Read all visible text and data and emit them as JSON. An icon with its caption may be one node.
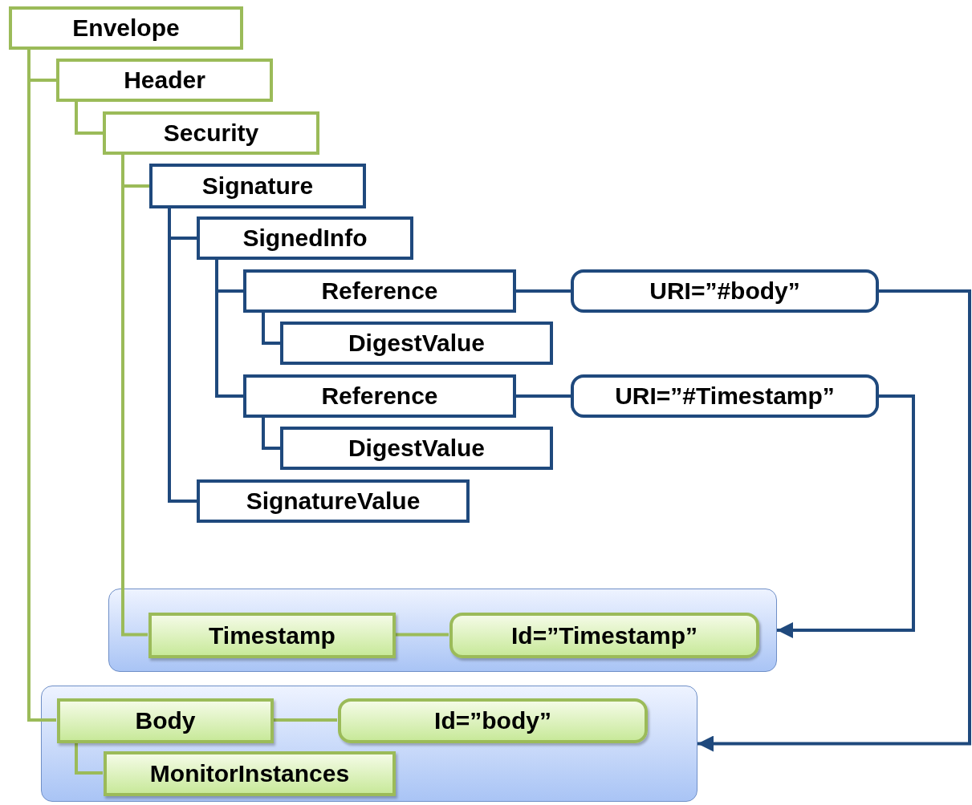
{
  "diagram": {
    "nodes": [
      {
        "text": [
          "Envelope"
        ]
      },
      {
        "text": [
          "Header"
        ]
      },
      {
        "text": [
          "Security"
        ]
      },
      {
        "text": [
          "Signature"
        ]
      },
      {
        "text": [
          "SignedInfo"
        ]
      },
      {
        "text": [
          "Reference"
        ]
      },
      {
        "text": [
          "DigestValue"
        ]
      },
      {
        "text": [
          "Reference"
        ]
      },
      {
        "text": [
          "DigestValue"
        ]
      },
      {
        "text": [
          "SignatureValue"
        ]
      },
      {
        "text": [
          "URI=”#body”"
        ]
      },
      {
        "text": [
          "URI=”#Timestamp”"
        ]
      },
      {
        "text": [],
        "shape": "box"
      },
      {
        "text": [
          "Timestamp"
        ],
        "in": 12
      },
      {
        "text": [
          "Id=”Timestamp”"
        ],
        "in": 12
      },
      {
        "text": [],
        "shape": "box"
      },
      {
        "text": [
          "Body"
        ],
        "in": 15
      },
      {
        "text": [
          "Id=”body”"
        ],
        "in": 15
      },
      {
        "text": [
          "MonitorInstances"
        ],
        "in": 15
      }
    ],
    "edges": [
      {
        "from": 0,
        "to": 1,
        "arrow": "none",
        "color": "#9bbb59"
      },
      {
        "from": 1,
        "to": 2,
        "arrow": "none",
        "color": "#9bbb59"
      },
      {
        "from": 2,
        "to": 3,
        "arrow": "none",
        "color": "#9bbb59"
      },
      {
        "from": 3,
        "to": 4,
        "arrow": "none"
      },
      {
        "from": 4,
        "to": 5,
        "arrow": "none"
      },
      {
        "from": 5,
        "to": 6,
        "arrow": "none"
      },
      {
        "from": 4,
        "to": 7,
        "arrow": "none"
      },
      {
        "from": 7,
        "to": 8,
        "arrow": "none"
      },
      {
        "from": 3,
        "to": 9,
        "arrow": "none"
      },
      {
        "from": 5,
        "to": 10,
        "arrow": "none"
      },
      {
        "from": 7,
        "to": 11,
        "arrow": "none"
      },
      {
        "from": 2,
        "to": 13,
        "arrow": "none",
        "color": "#9bbb59"
      },
      {
        "from": 13,
        "to": 14,
        "arrow": "none",
        "color": "#9bbb59"
      },
      {
        "from": 11,
        "to": 12,
        "arrow": "to"
      },
      {
        "from": 0,
        "to": 16,
        "arrow": "none",
        "color": "#9bbb59"
      },
      {
        "from": 16,
        "to": 17,
        "arrow": "none",
        "color": "#9bbb59"
      },
      {
        "from": 16,
        "to": 18,
        "arrow": "none",
        "color": "#9bbb59"
      },
      {
        "from": 10,
        "to": 15,
        "arrow": "to"
      }
    ]
  }
}
